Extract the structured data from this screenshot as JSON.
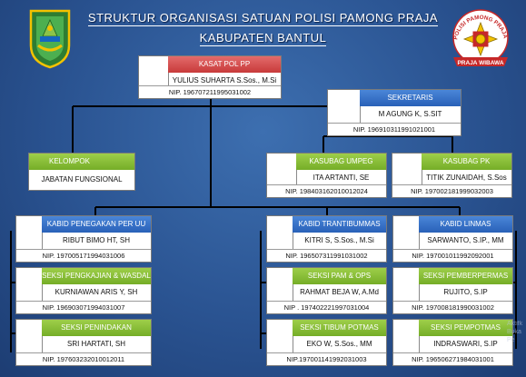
{
  "title": {
    "line1": "STRUKTUR ORGANISASI SATUAN POLISI PAMONG PRAJA",
    "line2": "KABUPATEN BANTUL"
  },
  "logo_right_text": {
    "arc": "POLISI PAMONG PRAJA",
    "banner": "PRAJA WIBAWA"
  },
  "boxes": {
    "kasat": {
      "title": "KASAT POL PP",
      "name": "YULIUS SUHARTA S.Sos., M.Si",
      "nip": "NIP. 196707211995031002"
    },
    "sekretaris": {
      "title": "SEKRETARIS",
      "name": "M AGUNG K, S.SIT",
      "nip": "NIP. 196910311991021001"
    },
    "kelompok": {
      "title": "KELOMPOK",
      "name": "JABATAN FUNGSIONAL"
    },
    "umpeg": {
      "title": "KASUBAG UMPEG",
      "name": "ITA ARTANTI, SE",
      "nip": "NIP. 198403162010012024"
    },
    "pk": {
      "title": "KASUBAG PK",
      "name": "TITIK ZUNAIDAH, S.Sos",
      "nip": "NIP. 197002181999032003"
    },
    "penegakan": {
      "title": "KABID PENEGAKAN PER UU",
      "name": "RIBUT BIMO HT, SH",
      "nip": "NIP. 197005171994031006"
    },
    "trantib": {
      "title": "KABID TRANTIBUMMAS",
      "name": "KITRI S, S.Sos., M.Si",
      "nip": "NIP. 196507311991031002"
    },
    "linmas": {
      "title": "KABID LINMAS",
      "name": "SARWANTO, S.IP., MM",
      "nip": "NIP. 197001011992092001"
    },
    "pengkajian": {
      "title": "SEKSI PENGKAJIAN & WASDAL",
      "name": "KURNIAWAN ARIS Y, SH",
      "nip": "NIP. 196903071994031007"
    },
    "pamops": {
      "title": "SEKSI PAM & OPS",
      "name": "RAHMAT BEJA W, A.Md",
      "nip": "NIP . 197402221997031004"
    },
    "pemberpermas": {
      "title": "SEKSI PEMBERPERMAS",
      "name": "RUJITO, S.IP",
      "nip": "NIP. 197008181990031002"
    },
    "penindakan": {
      "title": "SEKSI PENINDAKAN",
      "name": "SRI HARTATI, SH",
      "nip": "NIP. 197603232010012011"
    },
    "tibum": {
      "title": "SEKSI TIBUM POTMAS",
      "name": "EKO W, S.Sos., MM",
      "nip": "NIP.197001141992031003"
    },
    "pempotmas": {
      "title": "SEKSI PEMPOTMAS",
      "name": "INDRASWARI, S.IP",
      "nip": "NIP. 196506271984031001"
    }
  },
  "watermark": {
    "line1": "Aktifk",
    "line2": "Buka Pe"
  },
  "colors": {
    "head_red": "#c83a3a",
    "head_blue": "#2961b8",
    "head_green": "#75ad27",
    "background": "#2a5391"
  }
}
